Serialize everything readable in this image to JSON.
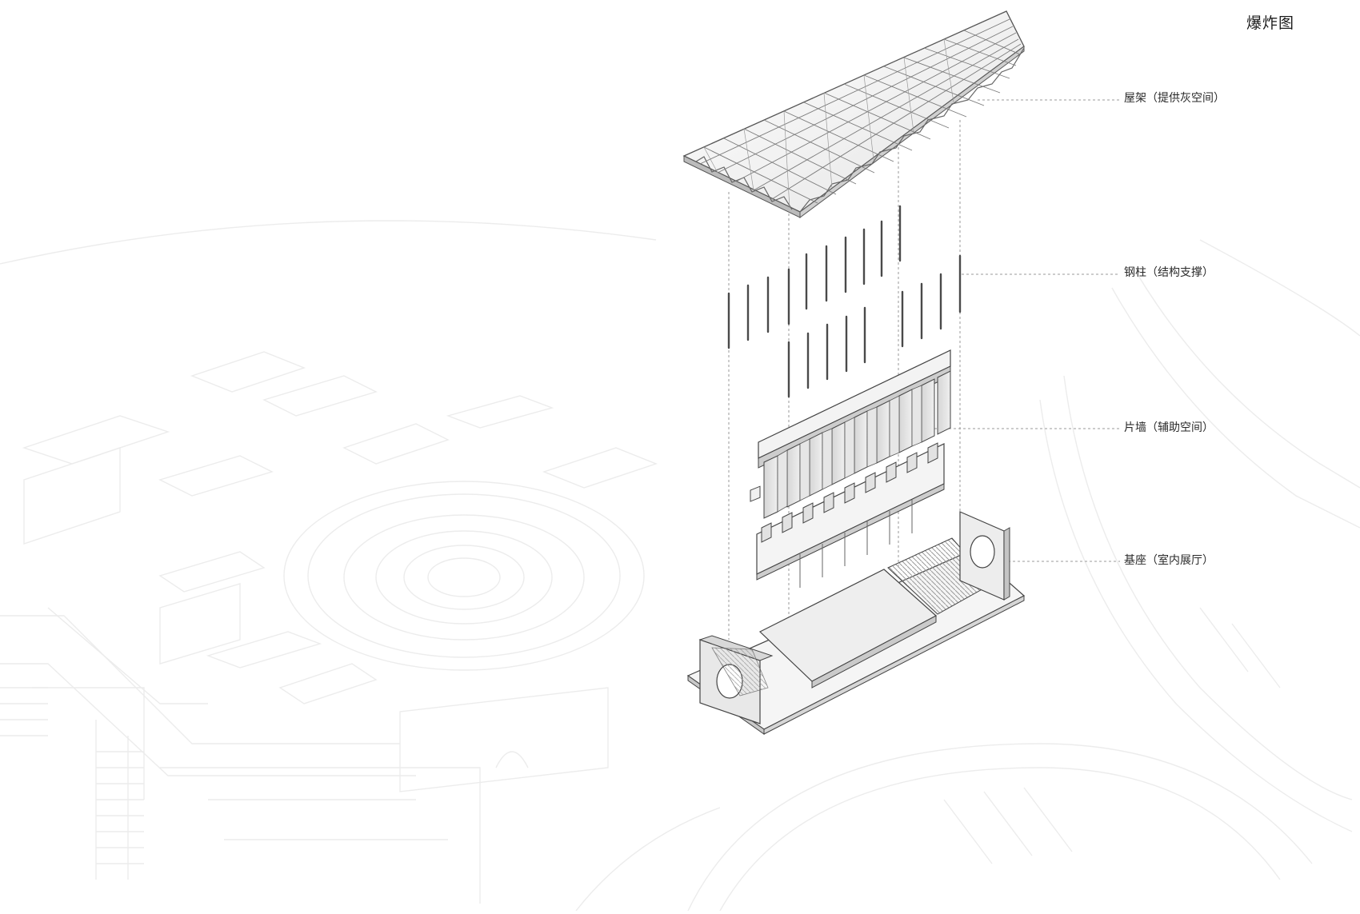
{
  "diagram": {
    "title": "爆炸图",
    "callouts": {
      "roof": "屋架（提供灰空间）",
      "column": "钢柱（结构支撑）",
      "wall": "片墙（辅助空间）",
      "base": "基座（室内展厅）"
    }
  }
}
